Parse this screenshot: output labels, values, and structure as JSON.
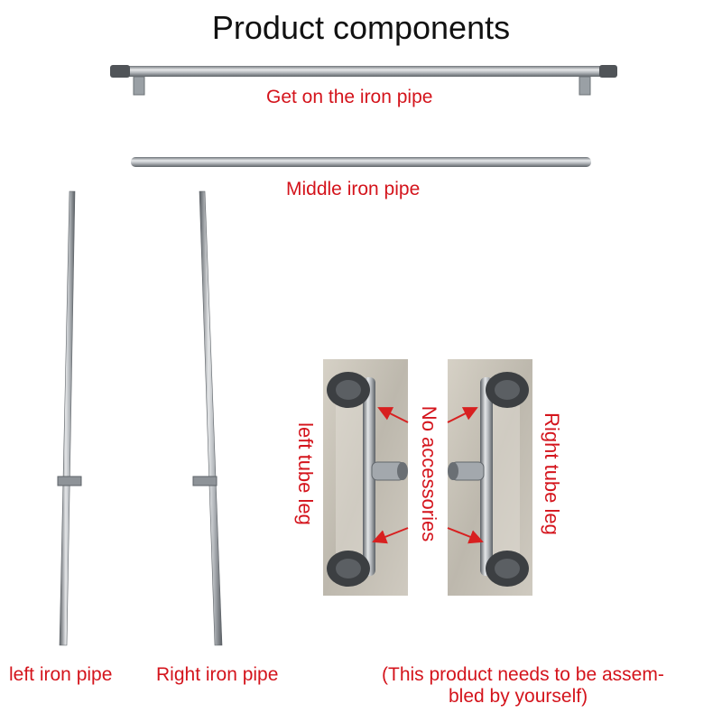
{
  "title": "Product components",
  "labels": {
    "top_pipe": "Get on the iron pipe",
    "middle_pipe": "Middle iron pipe",
    "left_pipe": "left iron pipe",
    "right_pipe": "Right iron pipe",
    "note_line1": "(This product needs to be assem-",
    "note_line2": "bled by yourself)",
    "left_tube_leg": "left tube leg",
    "right_tube_leg": "Right tube leg",
    "no_accessories": "No accessories"
  },
  "colors": {
    "label_red": "#d4141c",
    "arrow_red": "#d82020",
    "pipe_metal": "#a9adb1",
    "photo_bg": "#c8c3b8"
  }
}
